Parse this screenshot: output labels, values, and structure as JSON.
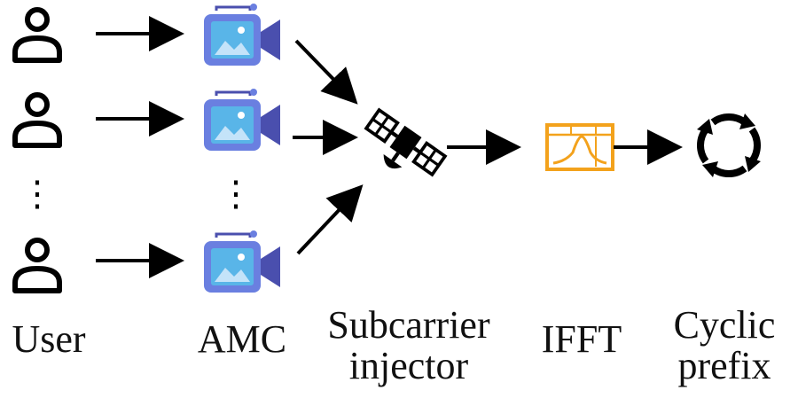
{
  "labels": {
    "user": "User",
    "amc": "AMC",
    "subcarrier_line1": "Subcarrier",
    "subcarrier_line2": "injector",
    "ifft": "IFFT",
    "cyclic_line1": "Cyclic",
    "cyclic_line2": "prefix"
  },
  "ellipsis": "⋮",
  "icons": {
    "user": "user-icon",
    "amc": "video-camera-icon",
    "subcarrier_injector": "satellite-icon",
    "ifft": "spectrum-analyzer-icon",
    "cyclic_prefix": "cycle-arrows-icon"
  },
  "colors": {
    "camera_body": "#6a7fe0",
    "camera_dark": "#4a4fae",
    "camera_screen": "#59b5e8",
    "ifft_orange": "#f3a21c",
    "ink": "#000000"
  }
}
